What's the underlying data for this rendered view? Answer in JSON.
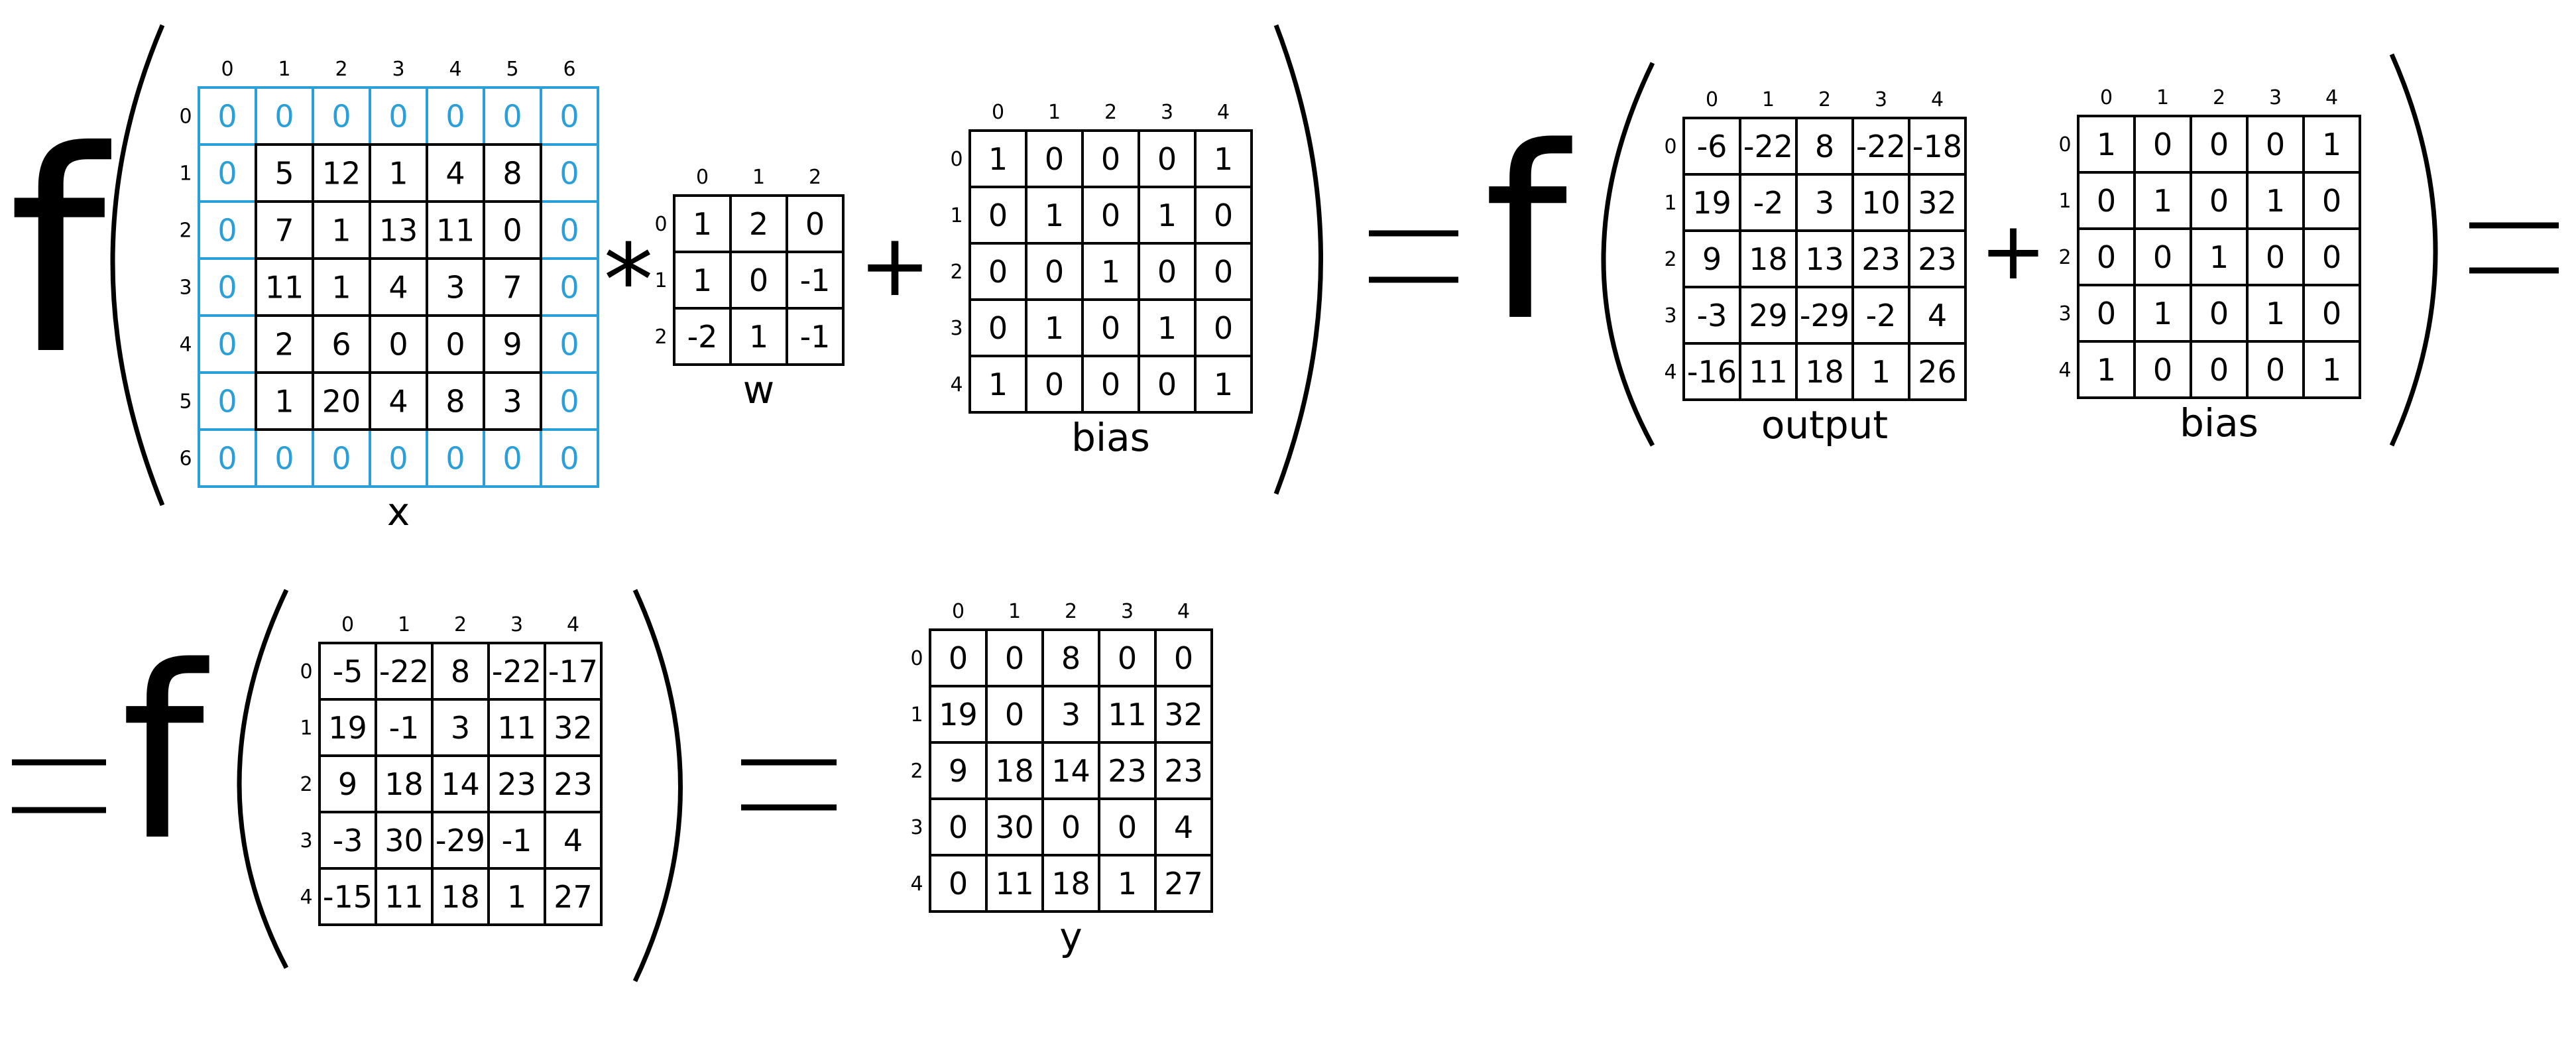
{
  "symbols": {
    "f": "f",
    "star": "*",
    "plus": "+",
    "equals": "="
  },
  "colors": {
    "padding_blue": "#2a9fd8",
    "line": "#000000"
  },
  "index_labels": [
    "0",
    "1",
    "2",
    "3",
    "4",
    "5",
    "6"
  ],
  "matrices": {
    "x": {
      "label": "x",
      "values": [
        [
          "0",
          "0",
          "0",
          "0",
          "0",
          "0",
          "0"
        ],
        [
          "0",
          "5",
          "12",
          "1",
          "4",
          "8",
          "0"
        ],
        [
          "0",
          "7",
          "1",
          "13",
          "11",
          "0",
          "0"
        ],
        [
          "0",
          "11",
          "1",
          "4",
          "3",
          "7",
          "0"
        ],
        [
          "0",
          "2",
          "6",
          "0",
          "0",
          "9",
          "0"
        ],
        [
          "0",
          "1",
          "20",
          "4",
          "8",
          "3",
          "0"
        ],
        [
          "0",
          "0",
          "0",
          "0",
          "0",
          "0",
          "0"
        ]
      ]
    },
    "w": {
      "label": "w",
      "values": [
        [
          "1",
          "2",
          "0"
        ],
        [
          "1",
          "0",
          "-1"
        ],
        [
          "-2",
          "1",
          "-1"
        ]
      ]
    },
    "bias": {
      "label": "bias",
      "values": [
        [
          "1",
          "0",
          "0",
          "0",
          "1"
        ],
        [
          "0",
          "1",
          "0",
          "1",
          "0"
        ],
        [
          "0",
          "0",
          "1",
          "0",
          "0"
        ],
        [
          "0",
          "1",
          "0",
          "1",
          "0"
        ],
        [
          "1",
          "0",
          "0",
          "0",
          "1"
        ]
      ]
    },
    "output": {
      "label": "output",
      "values": [
        [
          "-6",
          "-22",
          "8",
          "-22",
          "-18"
        ],
        [
          "19",
          "-2",
          "3",
          "10",
          "32"
        ],
        [
          "9",
          "18",
          "13",
          "23",
          "23"
        ],
        [
          "-3",
          "29",
          "-29",
          "-2",
          "4"
        ],
        [
          "-16",
          "11",
          "18",
          "1",
          "26"
        ]
      ]
    },
    "sum": {
      "label": "",
      "values": [
        [
          "-5",
          "-22",
          "8",
          "-22",
          "-17"
        ],
        [
          "19",
          "-1",
          "3",
          "11",
          "32"
        ],
        [
          "9",
          "18",
          "14",
          "23",
          "23"
        ],
        [
          "-3",
          "30",
          "-29",
          "-1",
          "4"
        ],
        [
          "-15",
          "11",
          "18",
          "1",
          "27"
        ]
      ]
    },
    "y": {
      "label": "y",
      "values": [
        [
          "0",
          "0",
          "8",
          "0",
          "0"
        ],
        [
          "19",
          "0",
          "3",
          "11",
          "32"
        ],
        [
          "9",
          "18",
          "14",
          "23",
          "23"
        ],
        [
          "0",
          "30",
          "0",
          "0",
          "4"
        ],
        [
          "0",
          "11",
          "18",
          "1",
          "27"
        ]
      ]
    }
  }
}
